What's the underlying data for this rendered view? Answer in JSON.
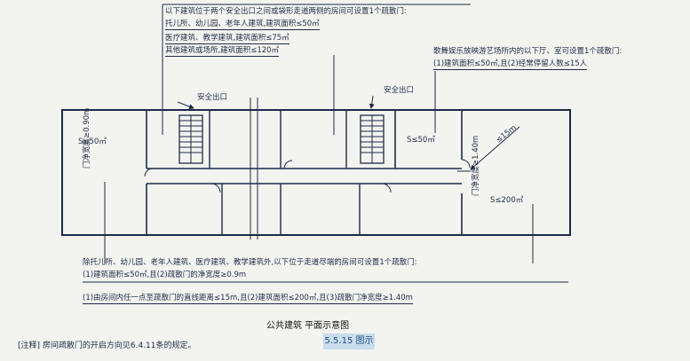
{
  "top_note": {
    "title": "以下建筑位于两个安全出口之间或袋形走道两侧的房间可设置1个疏散门:",
    "lines": [
      "托儿所、幼儿园、老年人建筑,建筑面积≤50㎡",
      "医疗建筑、教学建筑,建筑面积≤75㎡",
      "其他建筑或场所,建筑面积≤120㎡"
    ]
  },
  "right_note": {
    "title": "歌舞娱乐放映游艺场所内的以下厅、室可设置1个疏散门:",
    "line": "(1)建筑面积≤50㎡,且(2)经常停留人数≤15人"
  },
  "exit_label": "安全出口",
  "rooms": {
    "left_area": "S≤50㎡",
    "left_door": "门净宽度≥0.90m",
    "right_small_area": "S≤50㎡",
    "right_door": "门净宽度≥1.40m",
    "right_big_area": "S≤200㎡",
    "distance": "≤15m"
  },
  "bottom_note": {
    "title": "除托儿所、幼儿园、老年人建筑、医疗建筑、教学建筑外,以下位于走道尽端的房间可设置1个疏散门:",
    "line1": "(1)建筑面积≤50㎡,且(2)疏散门的净宽度≥0.9m",
    "line2": "(1)由房间内任一点至疏散门的直线距离≤15m,且(2)建筑面积≤200㎡,且(3)疏散门净宽度≥1.40m"
  },
  "caption": "公共建筑 平面示意图",
  "note": "[注释] 房间疏散门的开启方向见6.4.11条的规定。",
  "figure_tag": "5.5.15 图示"
}
